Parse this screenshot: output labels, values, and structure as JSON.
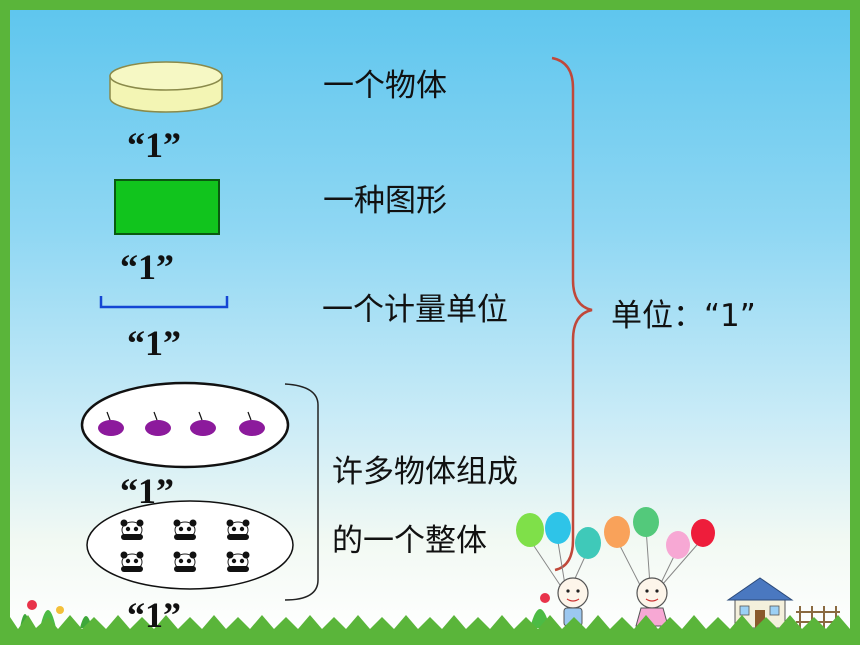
{
  "labels": {
    "object": "一个物体",
    "shape": "一种图形",
    "measure": "一个计量单位",
    "group_line1": "许多物体组成",
    "group_line2": "的一个整体",
    "unit": "单位：“1”"
  },
  "one_label": "“1”",
  "colors": {
    "border": "#5ab53a",
    "cylinder": "#f3f5b4",
    "rectangle": "#11c41d",
    "segment": "#1446d4",
    "fruit": "#8c1a9c",
    "brace": "#c0483a"
  },
  "balloons": [
    "#7fe049",
    "#2ec4e8",
    "#3fc9b9",
    "#f9a25a",
    "#53c97b",
    "#f7a8d4",
    "#ee1d3b"
  ]
}
